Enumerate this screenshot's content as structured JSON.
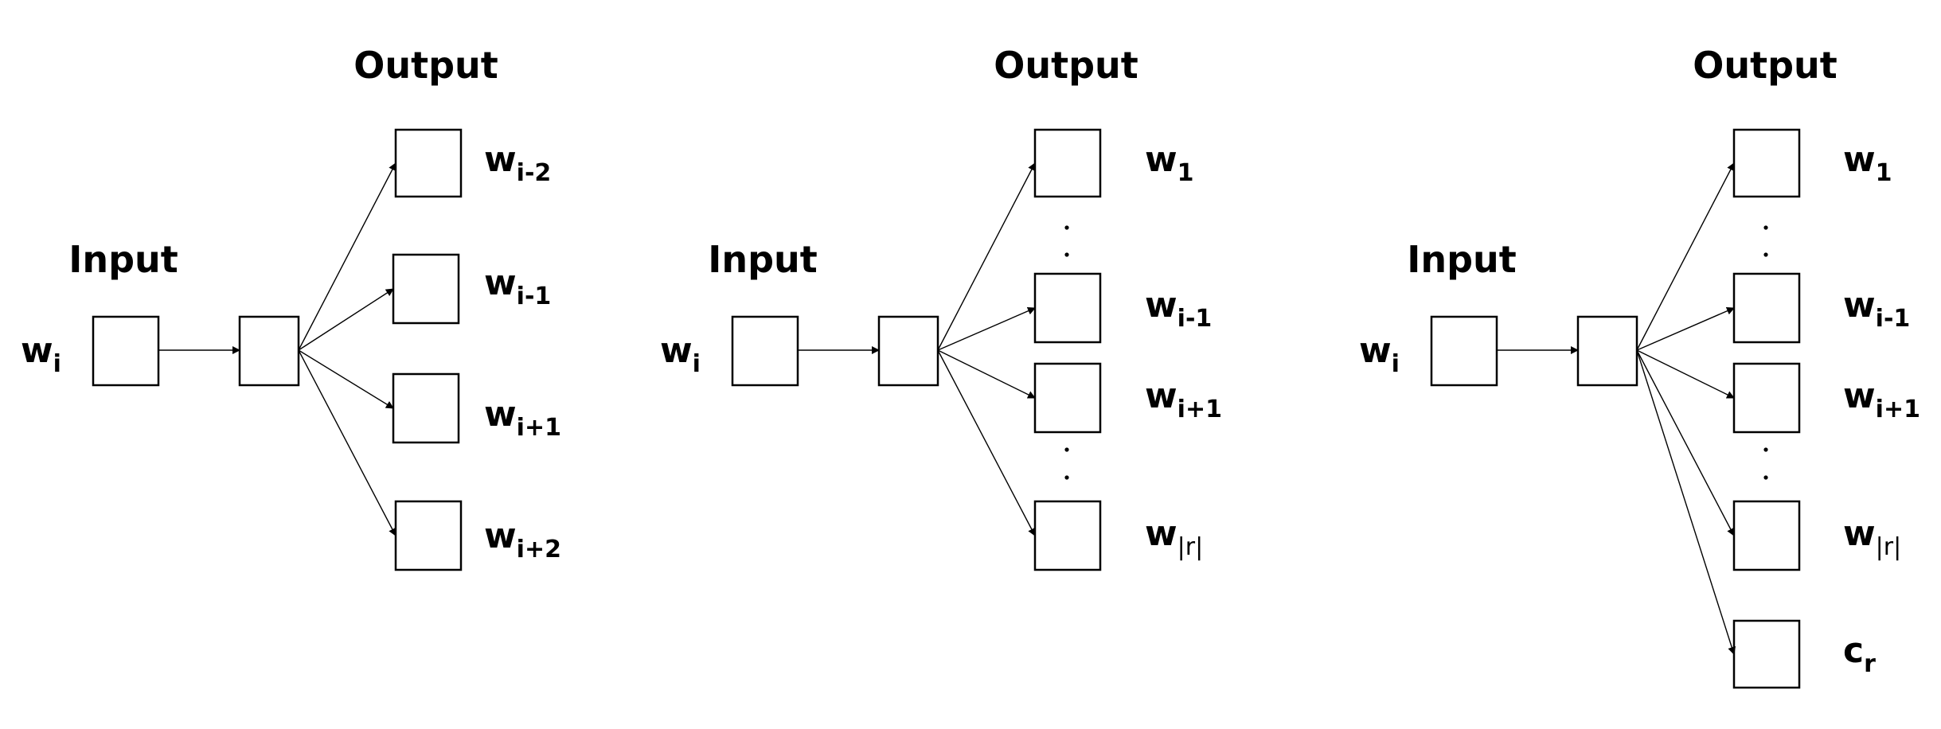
{
  "panels": [
    {
      "input_label": "Input",
      "output_label": "Output",
      "input_word": {
        "base": "w",
        "sub": "i"
      },
      "outputs": [
        {
          "base": "w",
          "sub": "i-2"
        },
        {
          "base": "w",
          "sub": "i-1"
        },
        {
          "base": "w",
          "sub": "i+1"
        },
        {
          "base": "w",
          "sub": "i+2"
        }
      ]
    },
    {
      "input_label": "Input",
      "output_label": "Output",
      "input_word": {
        "base": "w",
        "sub": "i"
      },
      "outputs": [
        {
          "base": "w",
          "sub": "1"
        },
        {
          "base": "w",
          "sub": "i-1"
        },
        {
          "base": "w",
          "sub": "i+1"
        },
        {
          "base": "w",
          "sub": "|r|"
        }
      ]
    },
    {
      "input_label": "Input",
      "output_label": "Output",
      "input_word": {
        "base": "w",
        "sub": "i"
      },
      "outputs": [
        {
          "base": "w",
          "sub": "1"
        },
        {
          "base": "w",
          "sub": "i-1"
        },
        {
          "base": "w",
          "sub": "i+1"
        },
        {
          "base": "w",
          "sub": "|r|"
        },
        {
          "base": "c",
          "sub": "r"
        }
      ]
    }
  ]
}
